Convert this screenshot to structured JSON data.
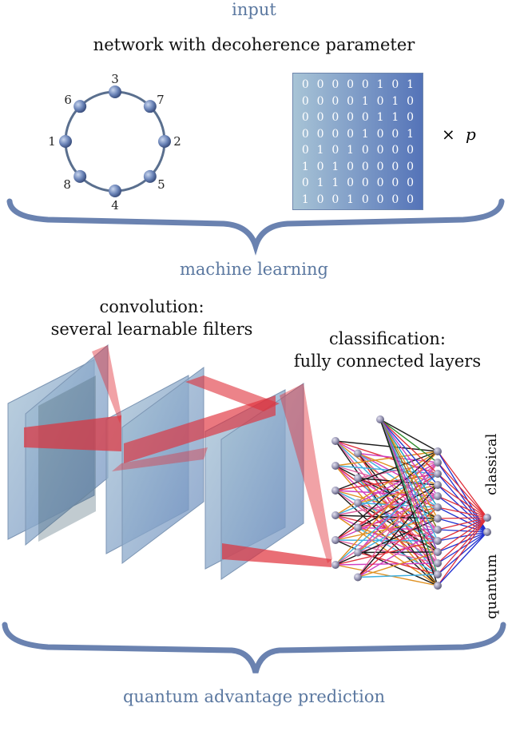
{
  "sections": {
    "input": "input",
    "subtitle": "network with decoherence parameter",
    "machine_learning": "machine learning",
    "output": "quantum advantage prediction"
  },
  "network": {
    "node_labels": [
      "1",
      "2",
      "3",
      "4",
      "5",
      "6",
      "7",
      "8"
    ]
  },
  "matrix": {
    "rows": [
      [
        "0",
        "0",
        "0",
        "0",
        "0",
        "1",
        "0",
        "1"
      ],
      [
        "0",
        "0",
        "0",
        "0",
        "1",
        "0",
        "1",
        "0"
      ],
      [
        "0",
        "0",
        "0",
        "0",
        "0",
        "1",
        "1",
        "0"
      ],
      [
        "0",
        "0",
        "0",
        "0",
        "1",
        "0",
        "0",
        "1"
      ],
      [
        "0",
        "1",
        "0",
        "1",
        "0",
        "0",
        "0",
        "0"
      ],
      [
        "1",
        "0",
        "1",
        "0",
        "0",
        "0",
        "0",
        "0"
      ],
      [
        "0",
        "1",
        "1",
        "0",
        "0",
        "0",
        "0",
        "0"
      ],
      [
        "1",
        "0",
        "0",
        "1",
        "0",
        "0",
        "0",
        "0"
      ]
    ],
    "multiplier_symbol": "×",
    "parameter": "p"
  },
  "convolution": {
    "line1": "convolution:",
    "line2": "several learnable filters"
  },
  "classification": {
    "line1": "classification:",
    "line2": "fully connected layers"
  },
  "outputs": {
    "classical": "classical",
    "quantum": "quantum"
  },
  "colors": {
    "section_label": "#5b78a0",
    "brace": "#6a82b0",
    "node": "#6b84b8",
    "edge": "#5a6f8e",
    "filter_red": "#e0303a",
    "panel": "#8fb0c8"
  }
}
